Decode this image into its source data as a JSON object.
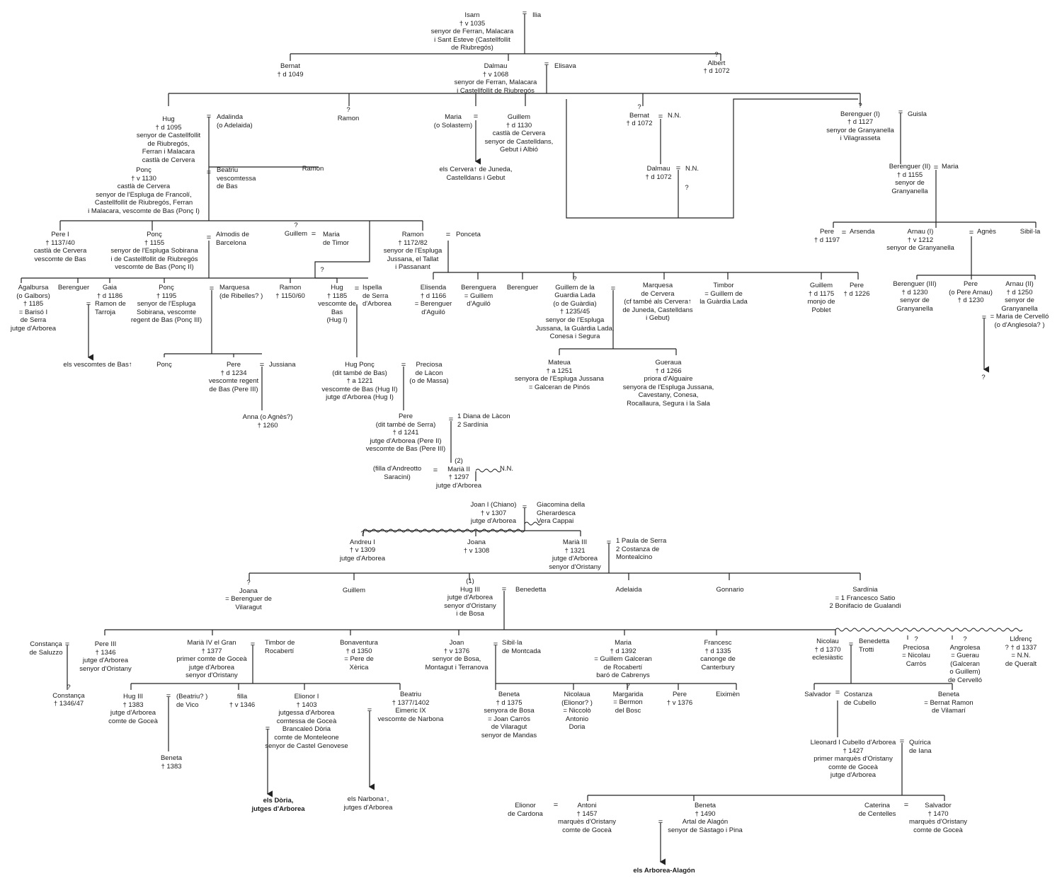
{
  "nodes": {
    "isarn": "Isarn\n† v 1035\nsenyor de Ferran, Malacara\ni Sant Esteve (Castellfollit\nde Riubregós)",
    "ilia": "Ilia",
    "bernat1": "Bernat\n† d 1049",
    "dalmau1": "Dalmau\n† v 1068\nsenyor de Ferran, Malacara\ni Castellfollit de Riubregós",
    "elisava": "Elisava",
    "albert": "?\nAlbert\n† d 1072",
    "hug1": "Hug\n† d 1095\nsenyor de Castellfollit\nde Riubregós,\nFerran i Malacara\ncastlà de Cervera",
    "adalinda": "Adalinda\n(o Adelaida)",
    "ramon_q": "?\nRamon",
    "maria_sol": "Maria\n(o Solastern)",
    "guillem1130": "Guillem\n† d 1130\ncastlà de Cervera\nsenyor de Castelldans,\nGebut i Albió",
    "cervera_branch": "els Cervera↑ de Juneda,\nCastelldans i Gebut",
    "bernat1072": "?\nBernat\n† d 1072",
    "nn1": "N.N.",
    "dalmau1072": "Dalmau\n† d 1072",
    "nn2": "N.N.",
    "nn2_q": "?",
    "berenguer1": "?\nBerenguer (I)\n† d 1127\nsenyor de Granyanella\ni Vilagrasseta",
    "guisla": "Guisla",
    "berenguer2": "Berenguer (II)\n† d 1155\nsenyor de\nGranyanella",
    "maria_b2": "Maria",
    "ponc1": "Ponç\n† v 1130\ncastlà de Cervera\nsenyor de l'Espluga de Francolí,\nCastellfollit de Riubregós, Ferran\ni Malacara, vescomte de Bas (Ponç I)",
    "beatriu_bas": "Beatriu\nvescomtessa\nde Bas",
    "ramon_ponc1": "Ramon",
    "pere1": "Pere I\n† 1137/40\ncastlà de Cervera\nvescomte de Bas",
    "ponc1155": "Ponç\n† 1155\nsenyor de l'Espluga Sobirana\ni de Castellfollit de Riubregós\nvescomte de Bas (Ponç II)",
    "almodis": "Almodis de\nBarcelona",
    "guillem_q": "?\nGuillem",
    "maria_timor": "Maria\nde Timor",
    "ramon1172": "Ramon\n† 1172/82\nsenyor de l'Espluga\nJussana, el Tallat\ni Passanant",
    "ponceta": "Ponceta",
    "pere_arsenda": "Pere\n† d 1197",
    "arsenda": "Arsenda",
    "arnau1": "Arnau (I)\n† v 1212\nsenyor de Granyanella",
    "agnes": "Agnès",
    "sibilla1": "Sibil·la",
    "agalbursa": "Agalbursa\n(o Galbors)\n† 1185\n= Barisó I\nde Serra\njutge d'Arborea",
    "berenguer_a": "Berenguer",
    "gaia": "Gaia\n† d 1186",
    "ramon_tarroja": "Ramon de\nTarroja",
    "ponc1195": "Ponç\n† 1195\nsenyor de l'Espluga\nSobirana, vescomte\nregent de Bas (Ponç III)",
    "marquesa_rib": "Marquesa\n(de Ribelles? )",
    "ramon1150": "Ramon\n† 1150/60",
    "hug1185": "Hug\n† 1185\nvescomte de\nBas\n(Hug I)",
    "hug_q": "?",
    "ispella": "Ispella\nde Serra\nd'Arborea",
    "elisenda": "Elisenda\n† d 1166\n= Berenguer\nd'Aguiló",
    "berenguera": "Berenguera\n= Guillem\nd'Aguiló",
    "berenguer_b": "Berenguer",
    "guillem_lada": "?\nGuillem de la\nGuardia Lada\n(o de Guàrdia)\n† 1235/45\nsenyor de l'Espluga\nJussana, la Guàrdia Lada,\nConesa i Segura",
    "marquesa_cer": "Marquesa\nde Cervera\n(cf també als Cervera↑\nde Juneda, Castelldans\ni Gebut)",
    "timbor1": "Timbor\n= Guillem de\nla Guàrdia Lada",
    "guillem1175": "Guillem\n† d 1175\nmonjo de\nPoblet",
    "pere1226": "Pere\n† d 1226",
    "berenguer3": "Berenguer (III)\n† d 1230\nsenyor de\nGranyanella",
    "pere_arnau": "Pere\n(o Pere Arnau)\n† d 1230",
    "arnau2": "Arnau (II)\n† d 1250\nsenyor de\nGranyanella\n= Maria de Cervelló\n(o d'Anglesola? )",
    "arnau2_q": "?",
    "bas_branch": "els vescomtes de Bas↑",
    "ponc_s": "Ponç",
    "pere1234": "Pere\n† d 1234\nvescomte regent\nde Bas (Pere III)",
    "jussiana": "Jussiana",
    "mateua": "Mateua\n† a 1251\nsenyora de l'Espluga Jussana\n= Galceran de Pinós",
    "gueraua": "Gueraua\n† d 1266\npriora d'Alguaire\nsenyora de l'Espluga Jussana,\nCavestany, Conesa,\nRocallaura, Segura i la Sala",
    "hug_ponc": "Hug Ponç\n(dit també de Bas)\n† a 1221\nvescomte de Bas (Hug II)\njutge d'Arborea (Hug I)",
    "preciosa_lacon": "Preciosa\nde Làcon\n(o de Massa)",
    "anna": "Anna (o Agnès?)\n† 1260",
    "pere1241": "Pere\n(dit també de Serra)\n† d 1241\njutge d'Arborea (Pere II)\nvescomte de Bas (Pere III)",
    "diana": "1 Diana de Làcon\n2 Sardínia",
    "filla_andreotto": "(filla d'Andreotto\nSaracini)",
    "maria2": "(2)\nMarià II\n† 1297\njutge d'Arborea",
    "nn3": "N.N.",
    "joan1": "Joan I (Chiano)\n† v 1307\njutge d'Arborea",
    "giacomina": "Giacomina della\nGherardesca\nVera Cappai",
    "andreu1": "?\nAndreu I\n† v 1309\njutge d'Arborea",
    "joana1308": "Joana\n† v 1308",
    "maria3": "Marià III\n† 1321\njutge d'Arborea\nsenyor d'Oristany",
    "paula": "1 Paula de Serra\n2 Costanza de\nMontealcino",
    "joana_vil": "?\nJoana\n= Berenguer de\nVilaragut",
    "guillem_s": "Guillem",
    "hug3": "(1)\nHug III\njutge d'Arborea\nsenyor d'Oristany\ni de Bosa",
    "benedetta": "Benedetta",
    "adelaida": "Adelaida",
    "gonnario": "Gonnario",
    "sardinia": "Sardínia\n= 1 Francesco Satio\n2 Bonifacio de Gualandi",
    "constanca_sal": "Constança\nde Saluzzo",
    "pere3": "Pere III\n† 1346\njutge d'Arborea\nsenyor d'Oristany",
    "maria4": "Marià IV el Gran\n† 1377\nprimer comte de Goceà\njutge d'Arborea\nsenyor d'Oristany",
    "timbor_roc": "Timbor de\nRocabertí",
    "bonaventura": "Bonaventura\n† d 1350\n= Pere de\nXèrica",
    "joan1376": "Joan\n† v 1376\nsenyor de Bosa,\nMontagut i Terranova",
    "sibilla_mont": "Sibil·la\nde Montcada",
    "maria1392": "Maria\n† d 1392\n= Guillem Galceran\nde Rocabertí\nbaró de Cabrenys",
    "francesc": "Francesc\n† d 1335\ncanonge de\nCanterbury",
    "nicolau": "Nicolau\n† d 1370\neclesiàstic",
    "benedetta_t": "Benedetta\nTrotti",
    "preciosa_c": "?\nPreciosa\n= Nicolau\nCarròs",
    "angrolesa": "?\nAngrolesa\n= Guerau\n(Galceran\no Guillem)\nde Cervelló",
    "llorenc": "Llorenç\n? † d 1337\n= N.N.\nde Queralt",
    "constanca1346": "?\nConstança\n† 1346/47",
    "hug3b": "Hug III\n† 1383\njutge d'Arborea\ncomte de Goceà",
    "beatriu_vico": "(Beatriu? )\nde Vico",
    "filla1346": "filla\n† v 1346",
    "elionor1": "Elionor I\n† 1403\njutgessa d'Arborea\ncomtessa de Goceà\nBrancaleó Dòria\ncomte de Monteleone\nsenyor de Castel Genovese",
    "beatriu1377": "Beatriu\n† 1377/1402\nEimeric IX\nvescomte de Narbona",
    "beneta1375": "Beneta\n† d 1375\nsenyora de Bosa\n= Joan Carròs\nde Vilaragut\nsenyor de Mandas",
    "nicolaua": "Nicolaua\n(Elionor? )\n= Niccolò\nAntonio\nDoria",
    "margarida": "?\nMargarida\n= Bermon\ndel Bosc",
    "pere1376": "Pere\n† v 1376",
    "eiximen": "Eiximèn",
    "salvador1": "Salvador",
    "costanza_cub": "Costanza\nde Cubello",
    "beneta_vil": "Beneta\n= Bernat Ramon\nde Vilamarí",
    "beneta1383": "Beneta\n† 1383",
    "doria_branch": "els Dòria,\njutges d'Arborea",
    "narbona_branch": "els Narbona↑,\njutges d'Arborea",
    "lleonard": "Lleonard I Cubello d'Arborea\n† 1427\nprimer marquès d'Oristany\ncomte de Goceà\njutge d'Arborea",
    "quirica": "Quírica\nde Iana",
    "elionor_card": "Elionor\nde Cardona",
    "antoni": "Antoni\n† 1457\nmarquès d'Oristany\ncomte de Goceà",
    "beneta1490": "Beneta\n† 1490\nArtal de Alagón\nsenyor de Sàstago i Pina",
    "caterina": "Caterina\nde Centelles",
    "salvador1470": "Salvador\n† 1470\nmarquès d'Oristany\ncomte de Goceà",
    "alagon_branch": "els Arborea-Alagón"
  },
  "marriage_symbol": "="
}
